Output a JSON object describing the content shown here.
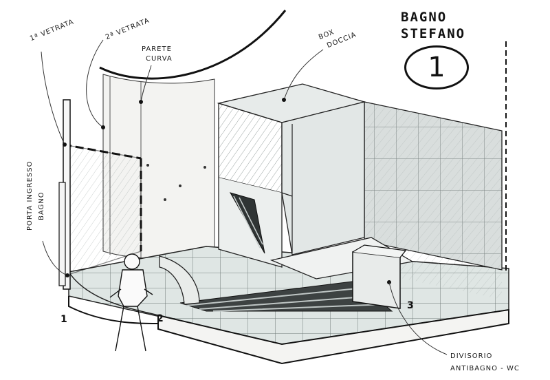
{
  "title": {
    "line1": "BAGNO",
    "line2": "STEFANO",
    "number": "1"
  },
  "labels": {
    "vetrata1": "1ª VETRATA",
    "vetrata2": "2ª VETRATA",
    "parete_line1": "PARETE",
    "parete_line2": "CURVA",
    "box_line1": "BOX",
    "box_line2": "DOCCIA",
    "porta_line1": "PORTA INGRESSO",
    "porta_line2": "BAGNO",
    "divisorio_line1": "DIVISORIO",
    "divisorio_line2": "ANTIBAGNO - WC"
  },
  "markers": [
    "1",
    "2",
    "3"
  ]
}
